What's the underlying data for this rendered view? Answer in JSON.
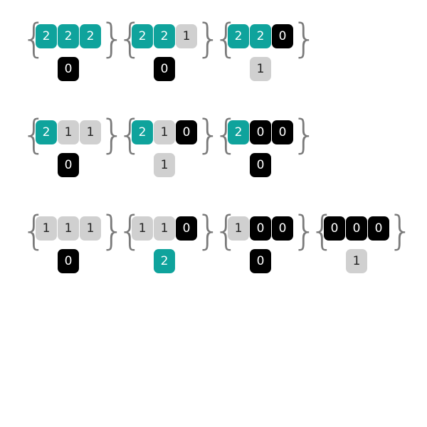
{
  "colors": {
    "value_2": "#0fa39c",
    "value_1": "#d0d0d0",
    "value_0": "#000000",
    "brace": "#7a7a7a"
  },
  "brace_chars": {
    "left": "{",
    "right": "}"
  },
  "rows": [
    {
      "groups": [
        {
          "top": [
            "2",
            "2",
            "2"
          ],
          "bottom": "0"
        },
        {
          "top": [
            "2",
            "2",
            "1"
          ],
          "bottom": "0"
        },
        {
          "top": [
            "2",
            "2",
            "0"
          ],
          "bottom": "1"
        }
      ]
    },
    {
      "groups": [
        {
          "top": [
            "2",
            "1",
            "1"
          ],
          "bottom": "0"
        },
        {
          "top": [
            "2",
            "1",
            "0"
          ],
          "bottom": "1"
        },
        {
          "top": [
            "2",
            "0",
            "0"
          ],
          "bottom": "0"
        }
      ]
    },
    {
      "groups": [
        {
          "top": [
            "1",
            "1",
            "1"
          ],
          "bottom": "0"
        },
        {
          "top": [
            "1",
            "1",
            "0"
          ],
          "bottom": "2"
        },
        {
          "top": [
            "1",
            "0",
            "0"
          ],
          "bottom": "0"
        },
        {
          "top": [
            "0",
            "0",
            "0"
          ],
          "bottom": "1"
        }
      ]
    }
  ]
}
